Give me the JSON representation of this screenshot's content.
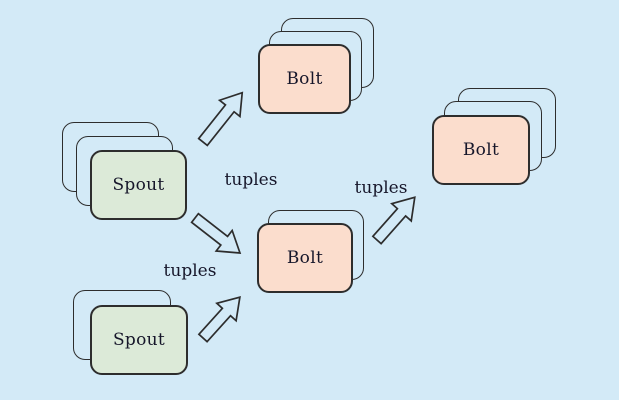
{
  "diagram": {
    "type": "topology-diagram",
    "colors": {
      "background": "#d3eaf7",
      "spout_fill": "#dcead8",
      "bolt_fill": "#fbddcd",
      "outline": "#2d2d2d",
      "text": "#16162a"
    },
    "nodes": [
      {
        "id": "spout-1",
        "label": "Spout",
        "stack_count": 3
      },
      {
        "id": "spout-2",
        "label": "Spout",
        "stack_count": 2
      },
      {
        "id": "bolt-top",
        "label": "Bolt",
        "stack_count": 3
      },
      {
        "id": "bolt-middle",
        "label": "Bolt",
        "stack_count": 2
      },
      {
        "id": "bolt-right",
        "label": "Bolt",
        "stack_count": 3
      }
    ],
    "edges": [
      {
        "from": "spout-1",
        "to": "bolt-top",
        "label": ""
      },
      {
        "from": "spout-1",
        "to": "bolt-middle",
        "label": "tuples"
      },
      {
        "from": "spout-2",
        "to": "bolt-middle",
        "label": "tuples"
      },
      {
        "from": "bolt-middle",
        "to": "bolt-right",
        "label": "tuples"
      }
    ],
    "edge_labels": [
      {
        "id": "tuples-upper",
        "text": "tuples"
      },
      {
        "id": "tuples-lower",
        "text": "tuples"
      },
      {
        "id": "tuples-right",
        "text": "tuples"
      }
    ]
  }
}
